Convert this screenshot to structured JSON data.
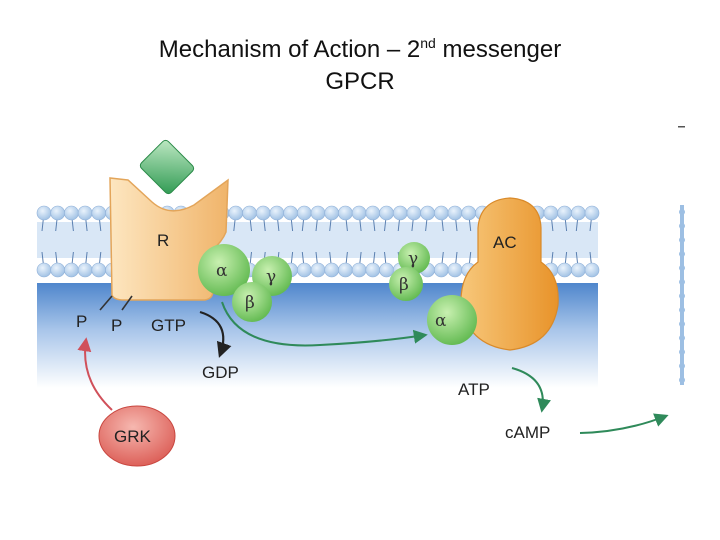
{
  "title": {
    "line1_main": "Mechanism of Action – 2",
    "line1_sup": "nd",
    "line1_tail": " messenger",
    "line2": "GPCR"
  },
  "diagram": {
    "receptor_label": "R",
    "alpha": "α",
    "gamma": "γ",
    "beta": "β",
    "phosphate_1": "P",
    "phosphate_2": "P",
    "gtp": "GTP",
    "gdp": "GDP",
    "grk": "GRK",
    "adenylyl_cyclase": "AC",
    "atp": "ATP",
    "camp": "cAMP"
  },
  "colors": {
    "membrane_blue": "#7fa8d8",
    "lipid_head": "#c9def2",
    "receptor_orange": "#f5b55a",
    "ligand_green": "#3aa35a",
    "g_protein_green": "#8fd67a",
    "ac_orange": "#f0a53a",
    "grk_red": "#e0605a",
    "arrow_green": "#2f8a5a",
    "arrow_red": "#d0505a"
  }
}
